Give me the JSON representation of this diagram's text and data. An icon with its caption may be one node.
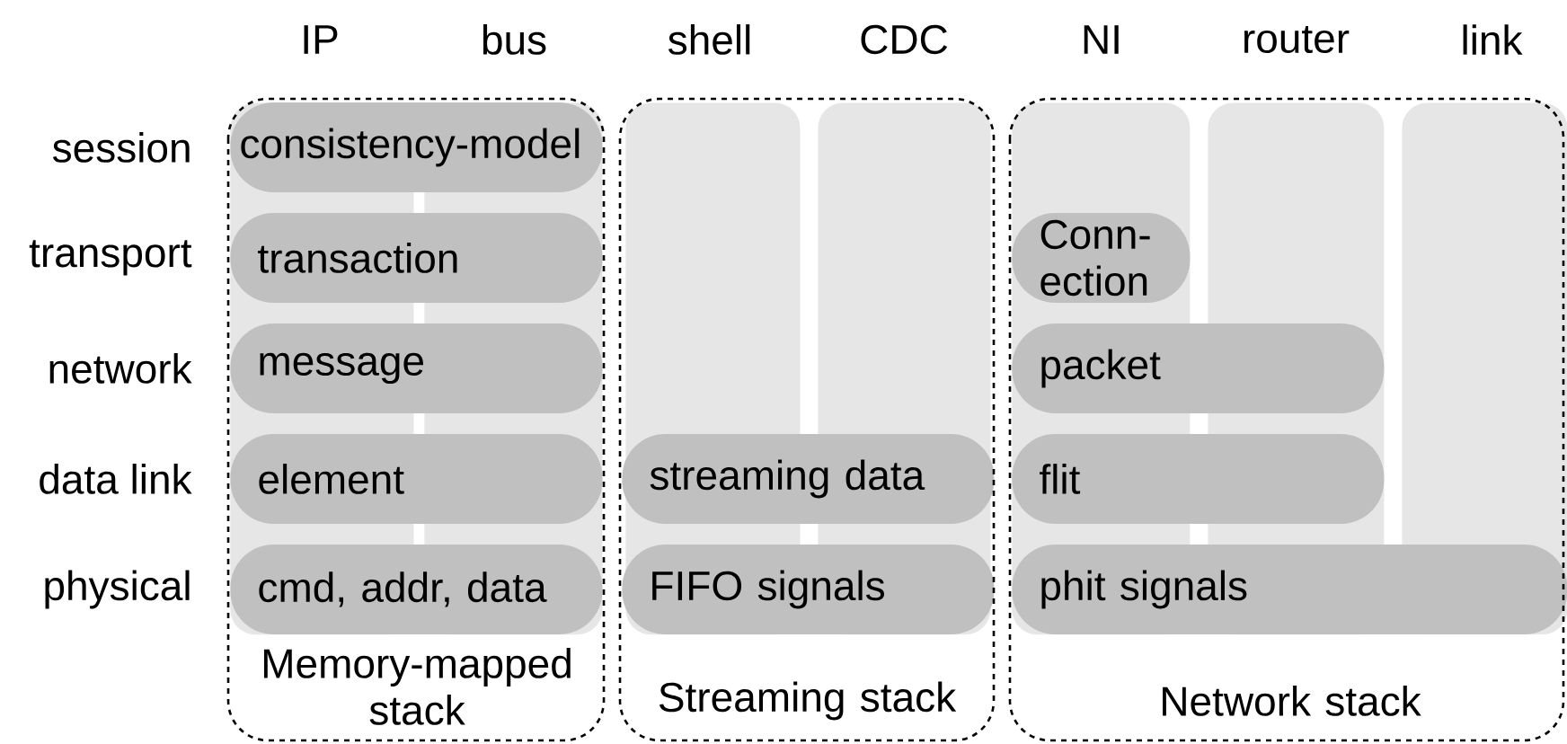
{
  "diagram": {
    "nodes": [
      {
        "text": [
          "Memory-mapped stack"
        ]
      },
      {
        "text": [],
        "shape": "bar",
        "in": 0
      },
      {
        "text": [],
        "shape": "bar",
        "in": 0
      },
      {
        "text": [
          "consistency-model"
        ],
        "in": 0
      },
      {
        "text": [
          "transaction"
        ],
        "in": 0
      },
      {
        "text": [
          "message"
        ],
        "in": 0
      },
      {
        "text": [
          "element"
        ],
        "in": 0
      },
      {
        "text": [
          "cmd, addr, data"
        ],
        "in": 0
      },
      {
        "text": [
          "Streaming stack"
        ]
      },
      {
        "text": [],
        "shape": "bar",
        "in": 8
      },
      {
        "text": [],
        "shape": "bar",
        "in": 8
      },
      {
        "text": [
          "streaming data"
        ],
        "in": 8
      },
      {
        "text": [
          "FIFO signals"
        ],
        "in": 8
      },
      {
        "text": [
          "Network stack"
        ]
      },
      {
        "text": [],
        "shape": "bar",
        "in": 13
      },
      {
        "text": [],
        "shape": "bar",
        "in": 13
      },
      {
        "text": [],
        "shape": "bar",
        "in": 13
      },
      {
        "text": [
          "Conn- ection"
        ],
        "in": 14
      },
      {
        "text": [
          "packet"
        ],
        "in": 13
      },
      {
        "text": [
          "flit"
        ],
        "in": 13
      },
      {
        "text": [
          "phit signals"
        ],
        "in": 13
      }
    ],
    "labels": [
      "IP",
      "bus",
      "shell",
      "CDC",
      "NI",
      "router",
      "link",
      "session",
      "transport",
      "network",
      "data link",
      "physical"
    ]
  }
}
